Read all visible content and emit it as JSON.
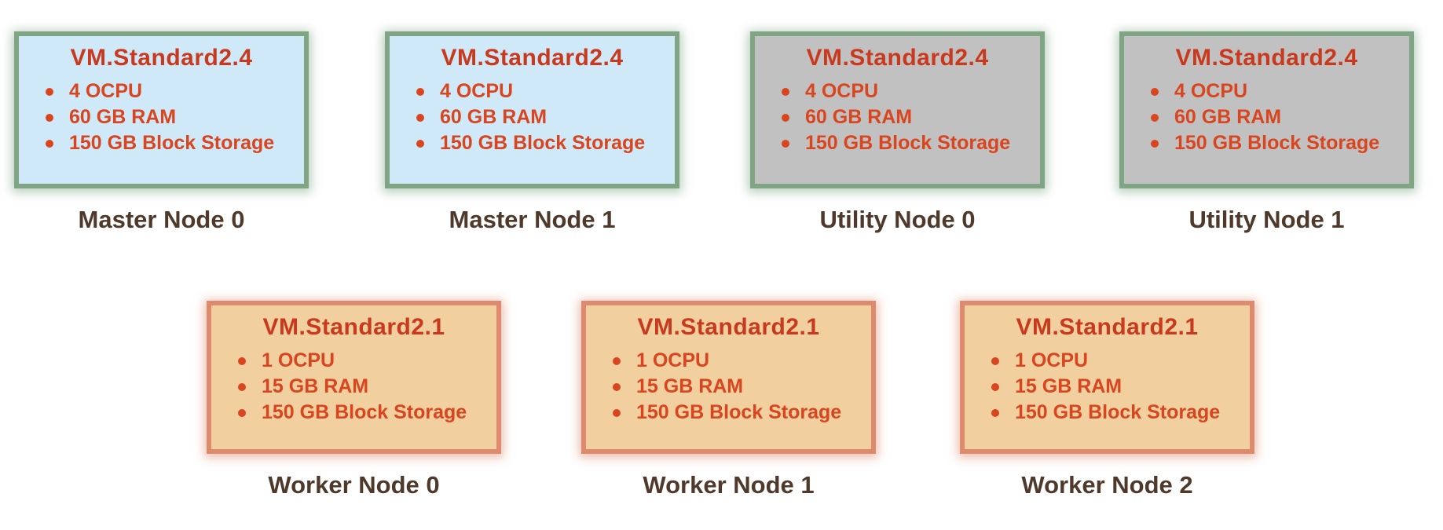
{
  "colors": {
    "master-fill": "#cfe9f8",
    "utility-fill": "#c2c1c1",
    "worker-fill": "#f1cf9f",
    "row1-border": "#7fa585",
    "worker-border": "#dd8a6e",
    "title-red": "#c9391d",
    "spec-red": "#d8451f",
    "label-brown": "#4e392b"
  },
  "nodes": [
    {
      "shape": "VM.Standard2.4",
      "specs": [
        "4 OCPU",
        "60 GB RAM",
        "150 GB Block Storage"
      ],
      "label": "Master Node 0"
    },
    {
      "shape": "VM.Standard2.4",
      "specs": [
        "4 OCPU",
        "60 GB RAM",
        "150 GB Block Storage"
      ],
      "label": "Master Node 1"
    },
    {
      "shape": "VM.Standard2.4",
      "specs": [
        "4 OCPU",
        "60 GB RAM",
        "150 GB Block Storage"
      ],
      "label": "Utility Node 0"
    },
    {
      "shape": "VM.Standard2.4",
      "specs": [
        "4 OCPU",
        "60 GB RAM",
        "150 GB Block Storage"
      ],
      "label": "Utility Node 1"
    },
    {
      "shape": "VM.Standard2.1",
      "specs": [
        "1 OCPU",
        "15 GB RAM",
        "150 GB Block Storage"
      ],
      "label": "Worker Node 0"
    },
    {
      "shape": "VM.Standard2.1",
      "specs": [
        "1 OCPU",
        "15 GB RAM",
        "150 GB Block Storage"
      ],
      "label": "Worker Node 1"
    },
    {
      "shape": "VM.Standard2.1",
      "specs": [
        "1 OCPU",
        "15 GB RAM",
        "150 GB Block Storage"
      ],
      "label": "Worker Node 2"
    }
  ]
}
